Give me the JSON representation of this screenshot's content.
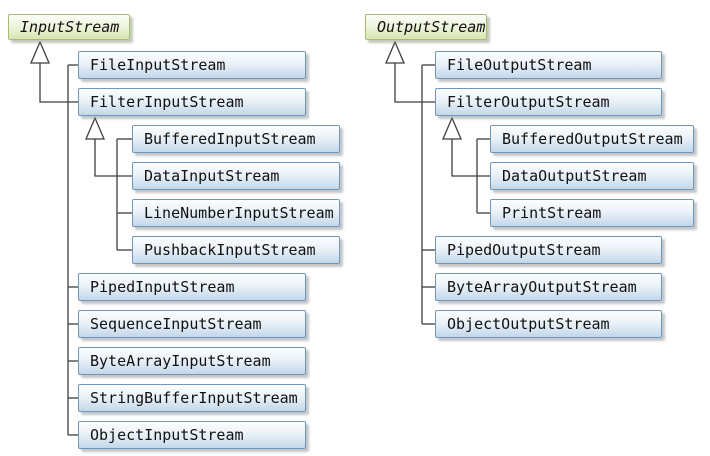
{
  "diagram": {
    "kind": "uml-class-hierarchy",
    "notation": "generalization (hollow triangle arrow points to superclass)",
    "colors": {
      "abstract_node_fill_top": "#fbfdf5",
      "abstract_node_fill_bottom": "#d8e5b3",
      "abstract_node_border": "#a6bc72",
      "class_node_fill_top": "#fdfeff",
      "class_node_fill_bottom": "#c2d7e9",
      "class_node_border": "#7296b9",
      "connector_line": "#3f3f3f",
      "text": "#111111",
      "background": "#ffffff"
    }
  },
  "trees": [
    {
      "root": {
        "label": "InputStream",
        "abstract": true
      },
      "children": [
        {
          "label": "FileInputStream"
        },
        {
          "label": "FilterInputStream",
          "children": [
            {
              "label": "BufferedInputStream"
            },
            {
              "label": "DataInputStream"
            },
            {
              "label": "LineNumberInputStream"
            },
            {
              "label": "PushbackInputStream"
            }
          ]
        },
        {
          "label": "PipedInputStream"
        },
        {
          "label": "SequenceInputStream"
        },
        {
          "label": "ByteArrayInputStream"
        },
        {
          "label": "StringBufferInputStream"
        },
        {
          "label": "ObjectInputStream"
        }
      ]
    },
    {
      "root": {
        "label": "OutputStream",
        "abstract": true
      },
      "children": [
        {
          "label": "FileOutputStream"
        },
        {
          "label": "FilterOutputStream",
          "children": [
            {
              "label": "BufferedOutputStream"
            },
            {
              "label": "DataOutputStream"
            },
            {
              "label": "PrintStream"
            }
          ]
        },
        {
          "label": "PipedOutputStream"
        },
        {
          "label": "ByteArrayOutputStream"
        },
        {
          "label": "ObjectOutputStream"
        }
      ]
    }
  ]
}
